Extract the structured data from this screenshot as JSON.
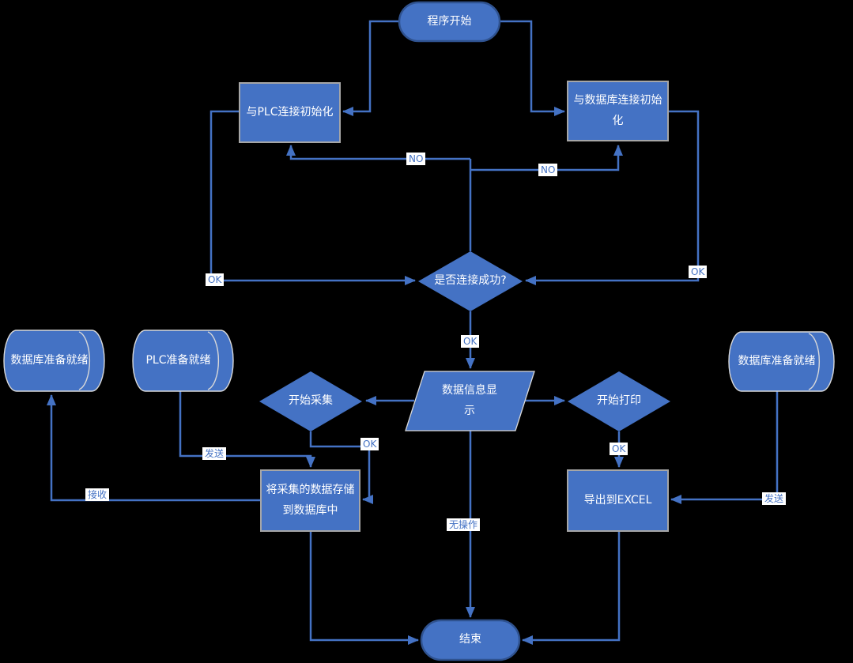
{
  "diagram": {
    "title": "PLC data acquisition flowchart",
    "colors": {
      "background": "#000000",
      "shape_fill": "#4472C4",
      "terminator_stroke": "#2F528F",
      "process_stroke": "#A6A6A6",
      "storage_stroke": "#D9D9D9",
      "connector": "#4472C4",
      "edge_label_text": "#4472C4",
      "edge_label_bg": "#FFFFFF",
      "node_text": "#FFFFFF"
    },
    "nodes": {
      "start": {
        "type": "terminator",
        "label": "程序开始"
      },
      "plc_init": {
        "type": "process",
        "label": "与PLC连接初始化"
      },
      "db_init": {
        "type": "process",
        "label": "与数据库连接初始化"
      },
      "connect_check": {
        "type": "decision",
        "label": "是否连接成功?"
      },
      "data_display": {
        "type": "io",
        "label": "数据信息显示"
      },
      "start_collect": {
        "type": "decision",
        "label": "开始采集"
      },
      "start_print": {
        "type": "decision",
        "label": "开始打印"
      },
      "db_ready_left": {
        "type": "stored-data",
        "label": "数据库准备就绪"
      },
      "plc_ready": {
        "type": "stored-data",
        "label": "PLC准备就绪"
      },
      "db_ready_right": {
        "type": "stored-data",
        "label": "数据库准备就绪"
      },
      "store_data": {
        "type": "process",
        "label": "将采集的数据存储到数据库中"
      },
      "export_excel": {
        "type": "process",
        "label": "导出到EXCEL"
      },
      "end": {
        "type": "terminator",
        "label": "结束"
      }
    },
    "edge_labels": {
      "no_left": "NO",
      "no_right": "NO",
      "ok_left": "OK",
      "ok_right": "OK",
      "ok_center": "OK",
      "ok_collect": "OK",
      "ok_print": "OK",
      "send_left": "发送",
      "send_right": "发送",
      "receive": "接收",
      "no_op": "无操作"
    }
  }
}
